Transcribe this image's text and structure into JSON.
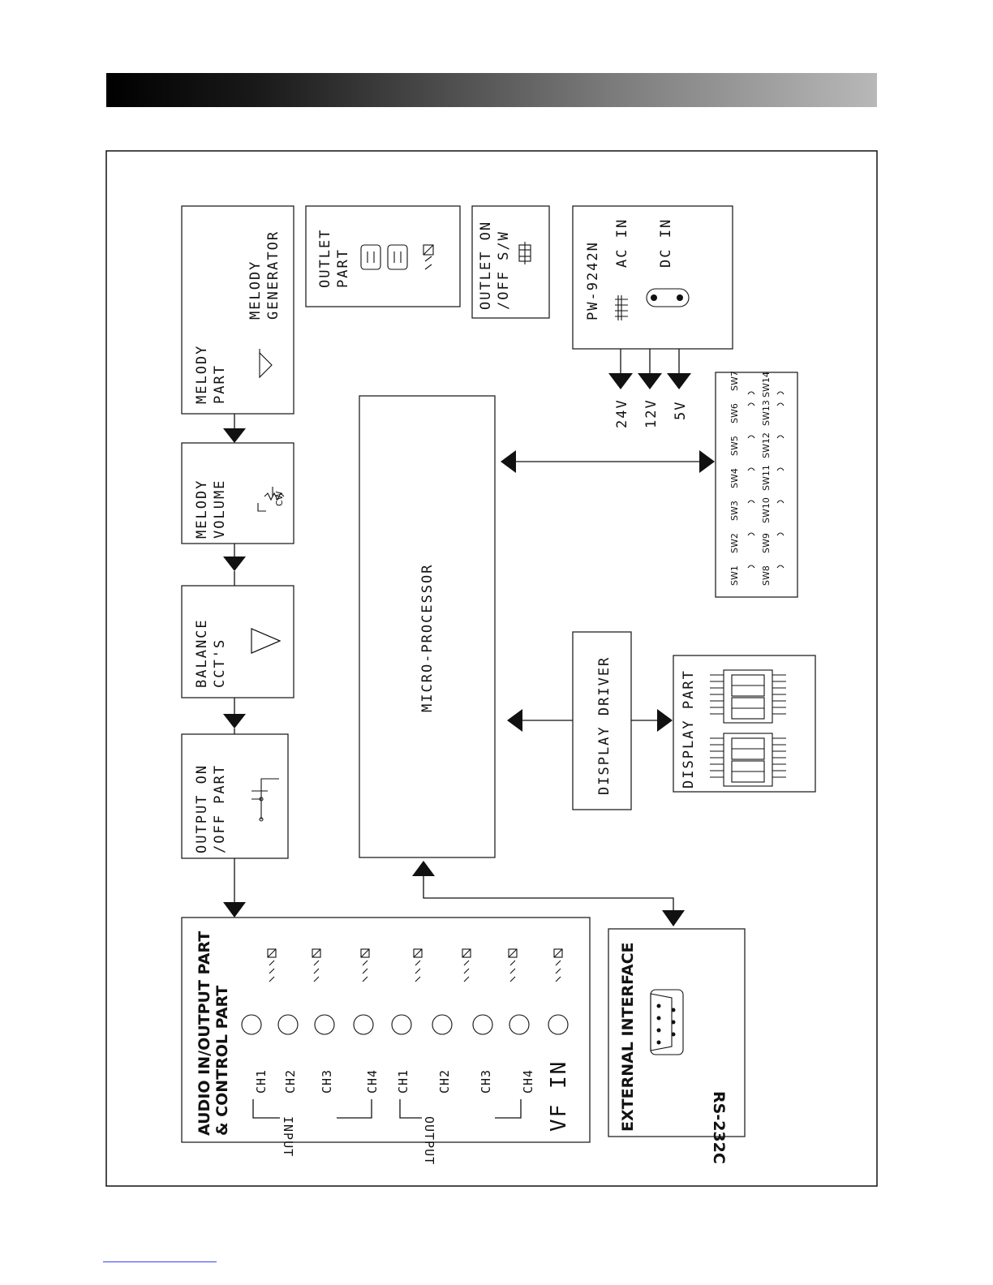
{
  "diagram": {
    "melody_part": {
      "line1": "MELODY",
      "line2": "PART",
      "gen1": "MELODY",
      "gen2": "GENERATOR"
    },
    "melody_volume": {
      "line1": "MELODY",
      "line2": "VOLUME",
      "cw": "CW"
    },
    "balance": {
      "line1": "BALANCE",
      "line2": "CCT'S"
    },
    "output_onoff": {
      "line1": "OUTPUT ON",
      "line2": "/OFF PART"
    },
    "outlet_part": {
      "line1": "OUTLET",
      "line2": "PART"
    },
    "outlet_sw": {
      "line1": "OUTLET ON",
      "line2": "/OFF S/W"
    },
    "power": {
      "model": "PW-9242N",
      "ac": "AC IN",
      "dc": "DC IN"
    },
    "voltages": [
      "24V",
      "12V",
      "5V"
    ],
    "switches": {
      "row1": [
        "SW1",
        "SW2",
        "SW3",
        "SW4",
        "SW5",
        "SW6",
        "SW7"
      ],
      "row2": [
        "SW8",
        "SW9",
        "SW10",
        "SW11",
        "SW12",
        "SW13",
        "SW14"
      ]
    },
    "micro": "MICRO-PROCESSOR",
    "display_driver": "DISPLAY DRIVER",
    "display_part": "DISPLAY PART",
    "audio": {
      "title1": "AUDIO IN/OUTPUT PART",
      "title2": "& CONTROL PART",
      "input_label": "INPUT",
      "output_label": "OUTPUT",
      "input_channels": [
        "CH1",
        "CH2",
        "CH3",
        "CH4"
      ],
      "output_channels": [
        "CH1",
        "CH2",
        "CH3",
        "CH4"
      ],
      "vf": "VF IN"
    },
    "external": {
      "title": "EXTERNAL INTERFACE",
      "port": "RS-232C"
    }
  }
}
